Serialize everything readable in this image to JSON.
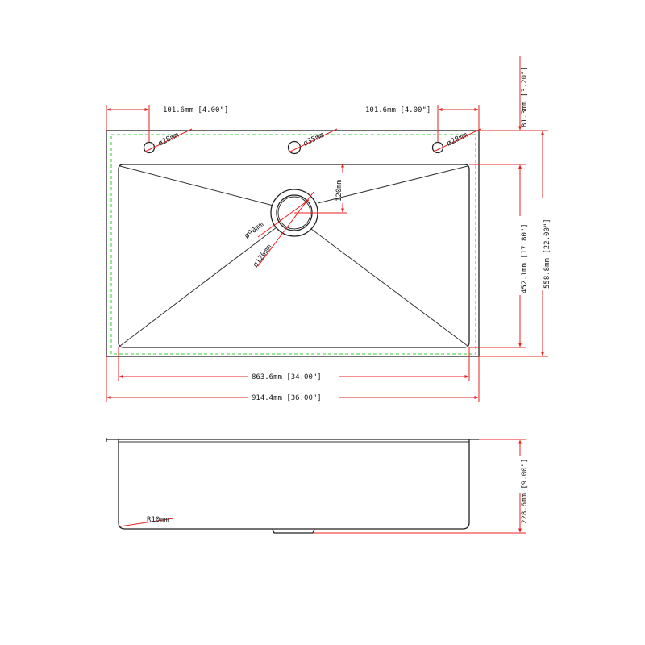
{
  "colors": {
    "outline": "#222222",
    "dimension": "#e8201e",
    "dashed_edge": "#2ed12e",
    "text": "#1a1a1a"
  },
  "labels": {
    "hole_left_offset": "101.6mm [4.00\"]",
    "hole_right_offset": "101.6mm [4.00\"]",
    "hole_left_dia": "ø28mm",
    "hole_center_dia": "ø35mm",
    "hole_right_dia": "ø28mm",
    "top_margin": "81.3mm [3.20\"]",
    "drain_offset": "120mm",
    "drain_inner_dia": "ø90mm",
    "drain_outer_dia": "ø120mm",
    "bowl_depth": "452.1mm [17.80\"]",
    "overall_depth": "558.8mm [22.00\"]",
    "bowl_width": "863.6mm [34.00\"]",
    "overall_width": "914.4mm [36.00\"]",
    "corner_radius": "R10mm",
    "height": "228.6mm [9.00\"]"
  }
}
